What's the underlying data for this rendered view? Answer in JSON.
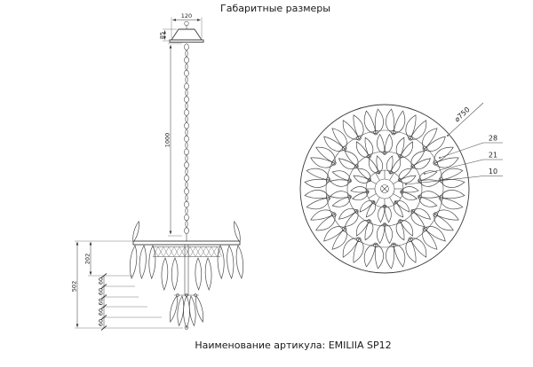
{
  "page": {
    "title": "Габаритные размеры",
    "footer": "Наименование артикула: EMILIIA SP12"
  },
  "side_view": {
    "dim_canopy_width": "120",
    "dim_canopy_height": "85",
    "dim_chain_length": "1000",
    "dim_total_height": "502",
    "dim_upper_section": "202",
    "dim_tiers": [
      "60",
      "60",
      "60",
      "60",
      "60"
    ]
  },
  "top_view": {
    "dim_diameter": "⌀750",
    "callouts": [
      "28",
      "21",
      "10"
    ]
  }
}
